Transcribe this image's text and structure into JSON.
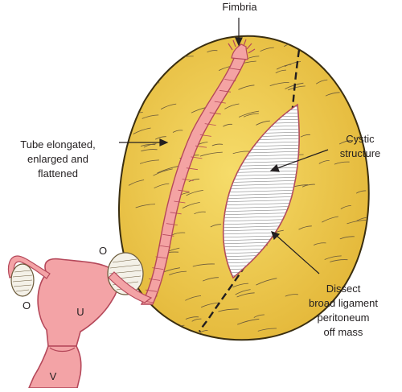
{
  "labels": {
    "fimbria": "Fimbria",
    "tube_line1": "Tube elongated,",
    "tube_line2": "enlarged and",
    "tube_line3": "flattened",
    "cystic_line1": "Cystic",
    "cystic_line2": "structure",
    "dissect_line1": "Dissect",
    "dissect_line2": "broad ligament",
    "dissect_line3": "peritoneum",
    "dissect_line4": "off mass",
    "ovary_left": "O",
    "ovary_right": "O",
    "uterus": "U",
    "vagina": "V"
  },
  "colors": {
    "mass_fill": "#f0cf50",
    "mass_outline": "#3a2e10",
    "tube_fill": "#f4a3a3",
    "tube_outline": "#b5485a",
    "uterus_fill": "#f3a3a6",
    "cyst_fill": "#ffffff",
    "hatch": "#6b5a3a"
  }
}
